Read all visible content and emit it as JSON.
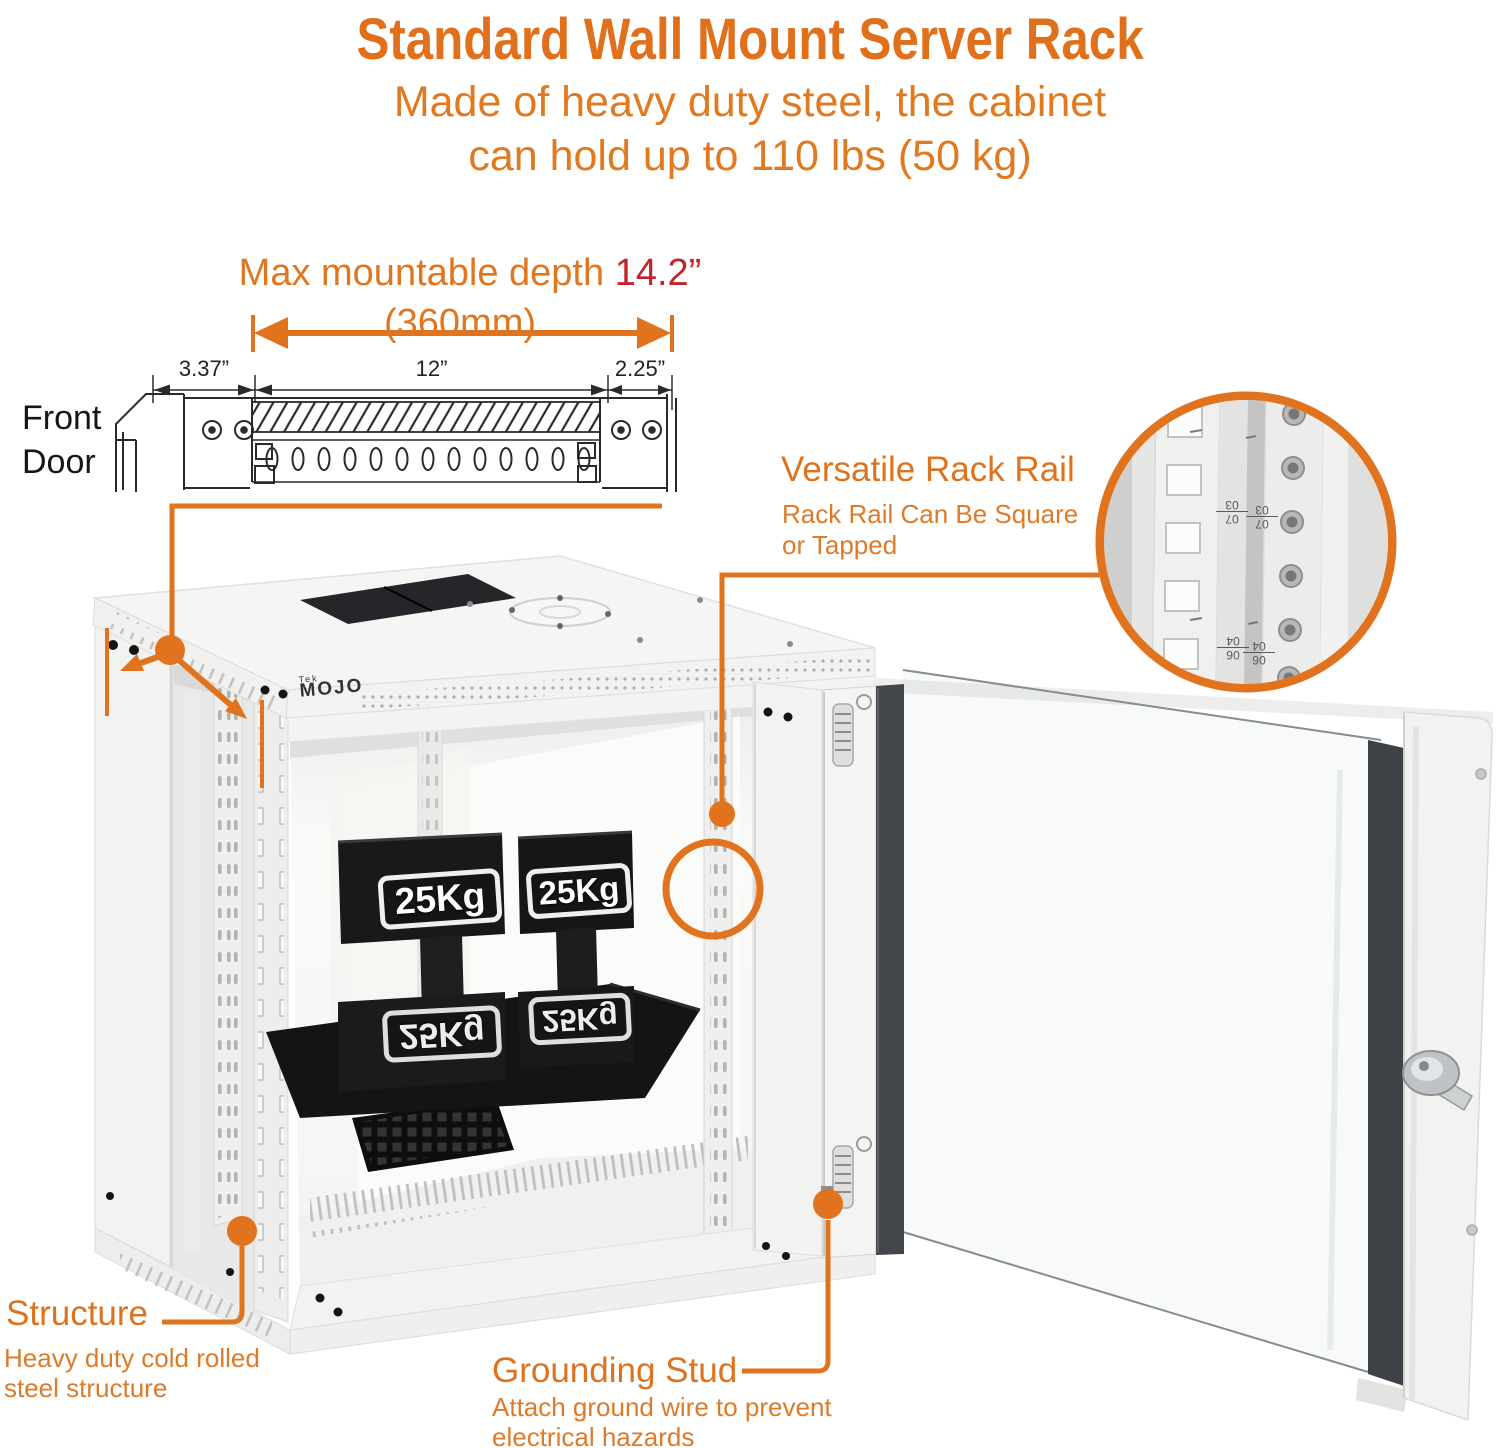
{
  "header": {
    "title": "Standard Wall Mount Server Rack",
    "subtitle_line1": "Made of heavy duty steel, the cabinet",
    "subtitle_line2": "can hold up to 110 lbs (50 kg)"
  },
  "diagram": {
    "depth_label": "Max mountable depth ",
    "depth_value": "14.2”",
    "depth_mm": "(360mm)",
    "front_door_line1": "Front",
    "front_door_line2": "Door",
    "dim_left": "3.37”",
    "dim_mid": "12”",
    "dim_right": "2.25”"
  },
  "callouts": {
    "rack_rail_title": "Versatile Rack Rail",
    "rack_rail_line1": "Rack Rail Can Be Square",
    "rack_rail_line2": "or Tapped",
    "structure_title": "Structure",
    "structure_line1": "Heavy duty cold rolled",
    "structure_line2": "steel structure",
    "grounding_title": "Grounding Stud",
    "grounding_line1": "Attach ground wire to prevent",
    "grounding_line2": "electrical hazards"
  },
  "cabinet": {
    "brand_top": "Tek",
    "brand_main": "MOJO",
    "weight_label": "25Kg",
    "rail_markings": [
      [
        "07",
        "03"
      ],
      [
        "06",
        "04"
      ]
    ]
  },
  "colors": {
    "accent_orange": "#E2731E",
    "value_red": "#C2242C",
    "drawing_ink": "#2A2A2A",
    "cabinet_white": "#F3F3F1",
    "dark_trim": "#3E4247",
    "weight_black": "#1A1A1A"
  }
}
